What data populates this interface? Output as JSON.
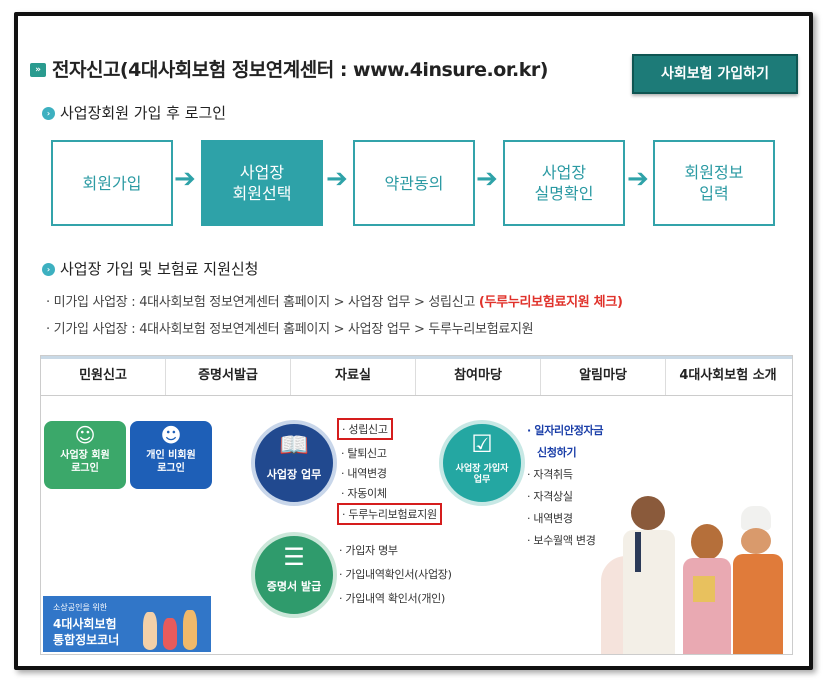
{
  "header": {
    "title": "전자신고(4대사회보험 정보연계센터 : www.4insure.or.kr)",
    "title_icon": "»",
    "join_button": "사회보험 가입하기"
  },
  "section1": {
    "heading": "사업장회원 가입 후 로그인",
    "steps": [
      {
        "line1": "회원가입",
        "line2": ""
      },
      {
        "line1": "사업장",
        "line2": "회원선택"
      },
      {
        "line1": "약관동의",
        "line2": ""
      },
      {
        "line1": "사업장",
        "line2": "실명확인"
      },
      {
        "line1": "회원정보",
        "line2": "입력"
      }
    ]
  },
  "section2": {
    "heading": "사업장 가입 및 보험료 지원신청",
    "line1_prefix": "미가입 사업장 : 4대사회보험 정보연계센터 홈페이지 > 사업장 업무 > 성립신고 ",
    "line1_highlight": "(두루누리보험료지원 체크)",
    "line2": "기가입 사업장 : 4대사회보험 정보연계센터 홈페이지 > 사업장 업무 > 두루누리보험료지원"
  },
  "site": {
    "nav": [
      "민원신고",
      "증명서발급",
      "자료실",
      "참여마당",
      "알림마당",
      "4대사회보험 소개"
    ],
    "tile_business": {
      "line1": "사업장 회원",
      "line2": "로그인"
    },
    "tile_personal": {
      "line1": "개인 비회원",
      "line2": "로그인"
    },
    "circle_business": "사업장 업무",
    "circle_join": {
      "line1": "사업장 가입자",
      "line2": "업무"
    },
    "circle_cert": "증명서 발급",
    "business_items": [
      "성립신고",
      "탈퇴신고",
      "내역변경",
      "자동이체",
      "두루누리보험료지원"
    ],
    "join_items": [
      "일자리안정자금",
      "신청하기",
      "자격취득",
      "자격상실",
      "내역변경",
      "보수월액 변경"
    ],
    "cert_items": [
      "가입자 명부",
      "가입내역확인서(사업장)",
      "가입내역 확인서(개인)"
    ],
    "promo": {
      "small": "소상공인을 위한",
      "line1": "4대사회보험",
      "line2": "통합정보코너"
    }
  },
  "colors": {
    "accent": "#2ea2a8",
    "button": "#1d7b78",
    "highlight": "#e0322b",
    "box": "#d51d1d"
  }
}
